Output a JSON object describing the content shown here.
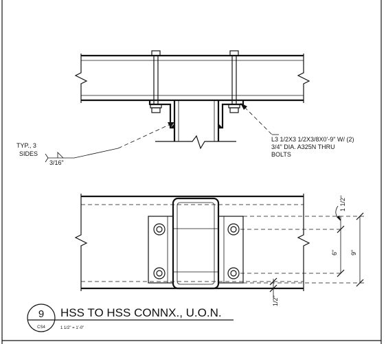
{
  "detail": {
    "number": "9",
    "sheet": "CS4",
    "title": "HSS TO HSS CONNX., U.O.N.",
    "scale": "1 1/2\" = 1'-0\""
  },
  "notes": {
    "angle_line1": "L3 1/2X3 1/2X3/8X0'-9\" W/ (2)",
    "angle_line2": "3/4\" DIA. A325N THRU",
    "angle_line3": "BOLTS",
    "weld_line1": "TYP., 3",
    "weld_line2": "SIDES",
    "weld_size": "3/16\""
  },
  "dims": {
    "edge_top": "1 1/2\"",
    "bolt_spacing": "6\"",
    "angle_length": "9\"",
    "edge_bottom": "1/2\""
  },
  "icons": {
    "break": "break-line-icon",
    "weld": "fillet-weld-icon",
    "bolt": "bolt-icon"
  }
}
